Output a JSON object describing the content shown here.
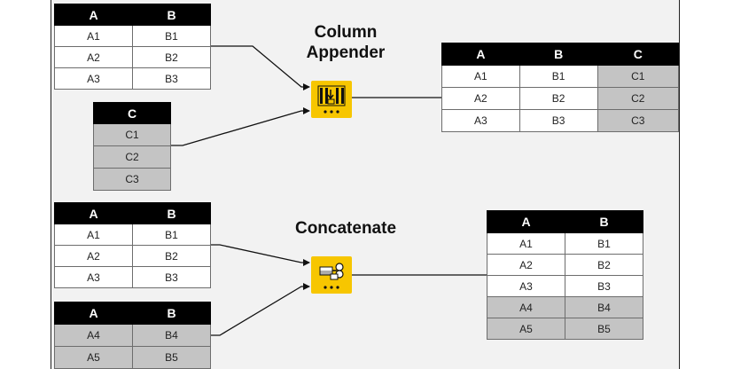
{
  "appender": {
    "label_line1": "Column",
    "label_line2": "Appender",
    "in_top": {
      "headers": [
        "A",
        "B"
      ],
      "rows": [
        [
          "A1",
          "B1"
        ],
        [
          "A2",
          "B2"
        ],
        [
          "A3",
          "B3"
        ]
      ]
    },
    "in_bottom": {
      "headers": [
        "C"
      ],
      "rows": [
        [
          "C1"
        ],
        [
          "C2"
        ],
        [
          "C3"
        ]
      ]
    },
    "out": {
      "headers": [
        "A",
        "B",
        "C"
      ],
      "rows": [
        [
          "A1",
          "B1",
          "C1"
        ],
        [
          "A2",
          "B2",
          "C2"
        ],
        [
          "A3",
          "B3",
          "C3"
        ]
      ]
    }
  },
  "concatenate": {
    "label": "Concatenate",
    "in_top": {
      "headers": [
        "A",
        "B"
      ],
      "rows": [
        [
          "A1",
          "B1"
        ],
        [
          "A2",
          "B2"
        ],
        [
          "A3",
          "B3"
        ]
      ]
    },
    "in_bottom": {
      "headers": [
        "A",
        "B"
      ],
      "rows": [
        [
          "A4",
          "B4"
        ],
        [
          "A5",
          "B5"
        ]
      ]
    },
    "out": {
      "headers": [
        "A",
        "B"
      ],
      "rows": [
        [
          "A1",
          "B1"
        ],
        [
          "A2",
          "B2"
        ],
        [
          "A3",
          "B3"
        ],
        [
          "A4",
          "B4"
        ],
        [
          "A5",
          "B5"
        ]
      ]
    }
  },
  "colors": {
    "node": "#f7c600",
    "header": "#000000",
    "highlight": "#c4c4c4"
  },
  "icons": {
    "appender_node": "column-appender-icon",
    "concatenate_node": "concatenate-icon"
  }
}
